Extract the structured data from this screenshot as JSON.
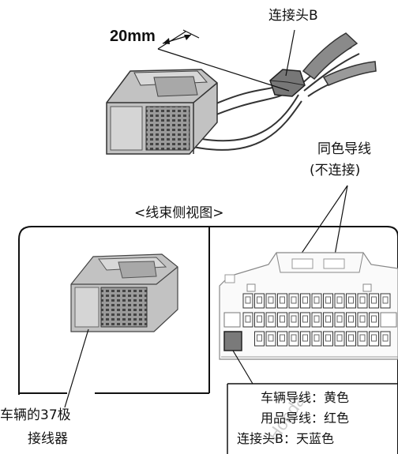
{
  "labels": {
    "dimension": "20mm",
    "connector_b": "连接头B",
    "same_color_line1": "同色导线",
    "same_color_line2": "(不连接)",
    "harness_view": "<线束侧视图>",
    "vehicle_connector_line1": "车辆的37极",
    "vehicle_connector_line2": "接线器"
  },
  "legend": {
    "vehicle_wire": "车辆导线：黄色",
    "accessory_wire": "用品导线：红色",
    "connector_b_color": "连接头B：天蓝色"
  },
  "watermark": "Honda",
  "colors": {
    "line": "#111111",
    "connector_gray": "#b9b9b9",
    "connector_dark": "#777777",
    "watermark": "#c8c8c8"
  }
}
